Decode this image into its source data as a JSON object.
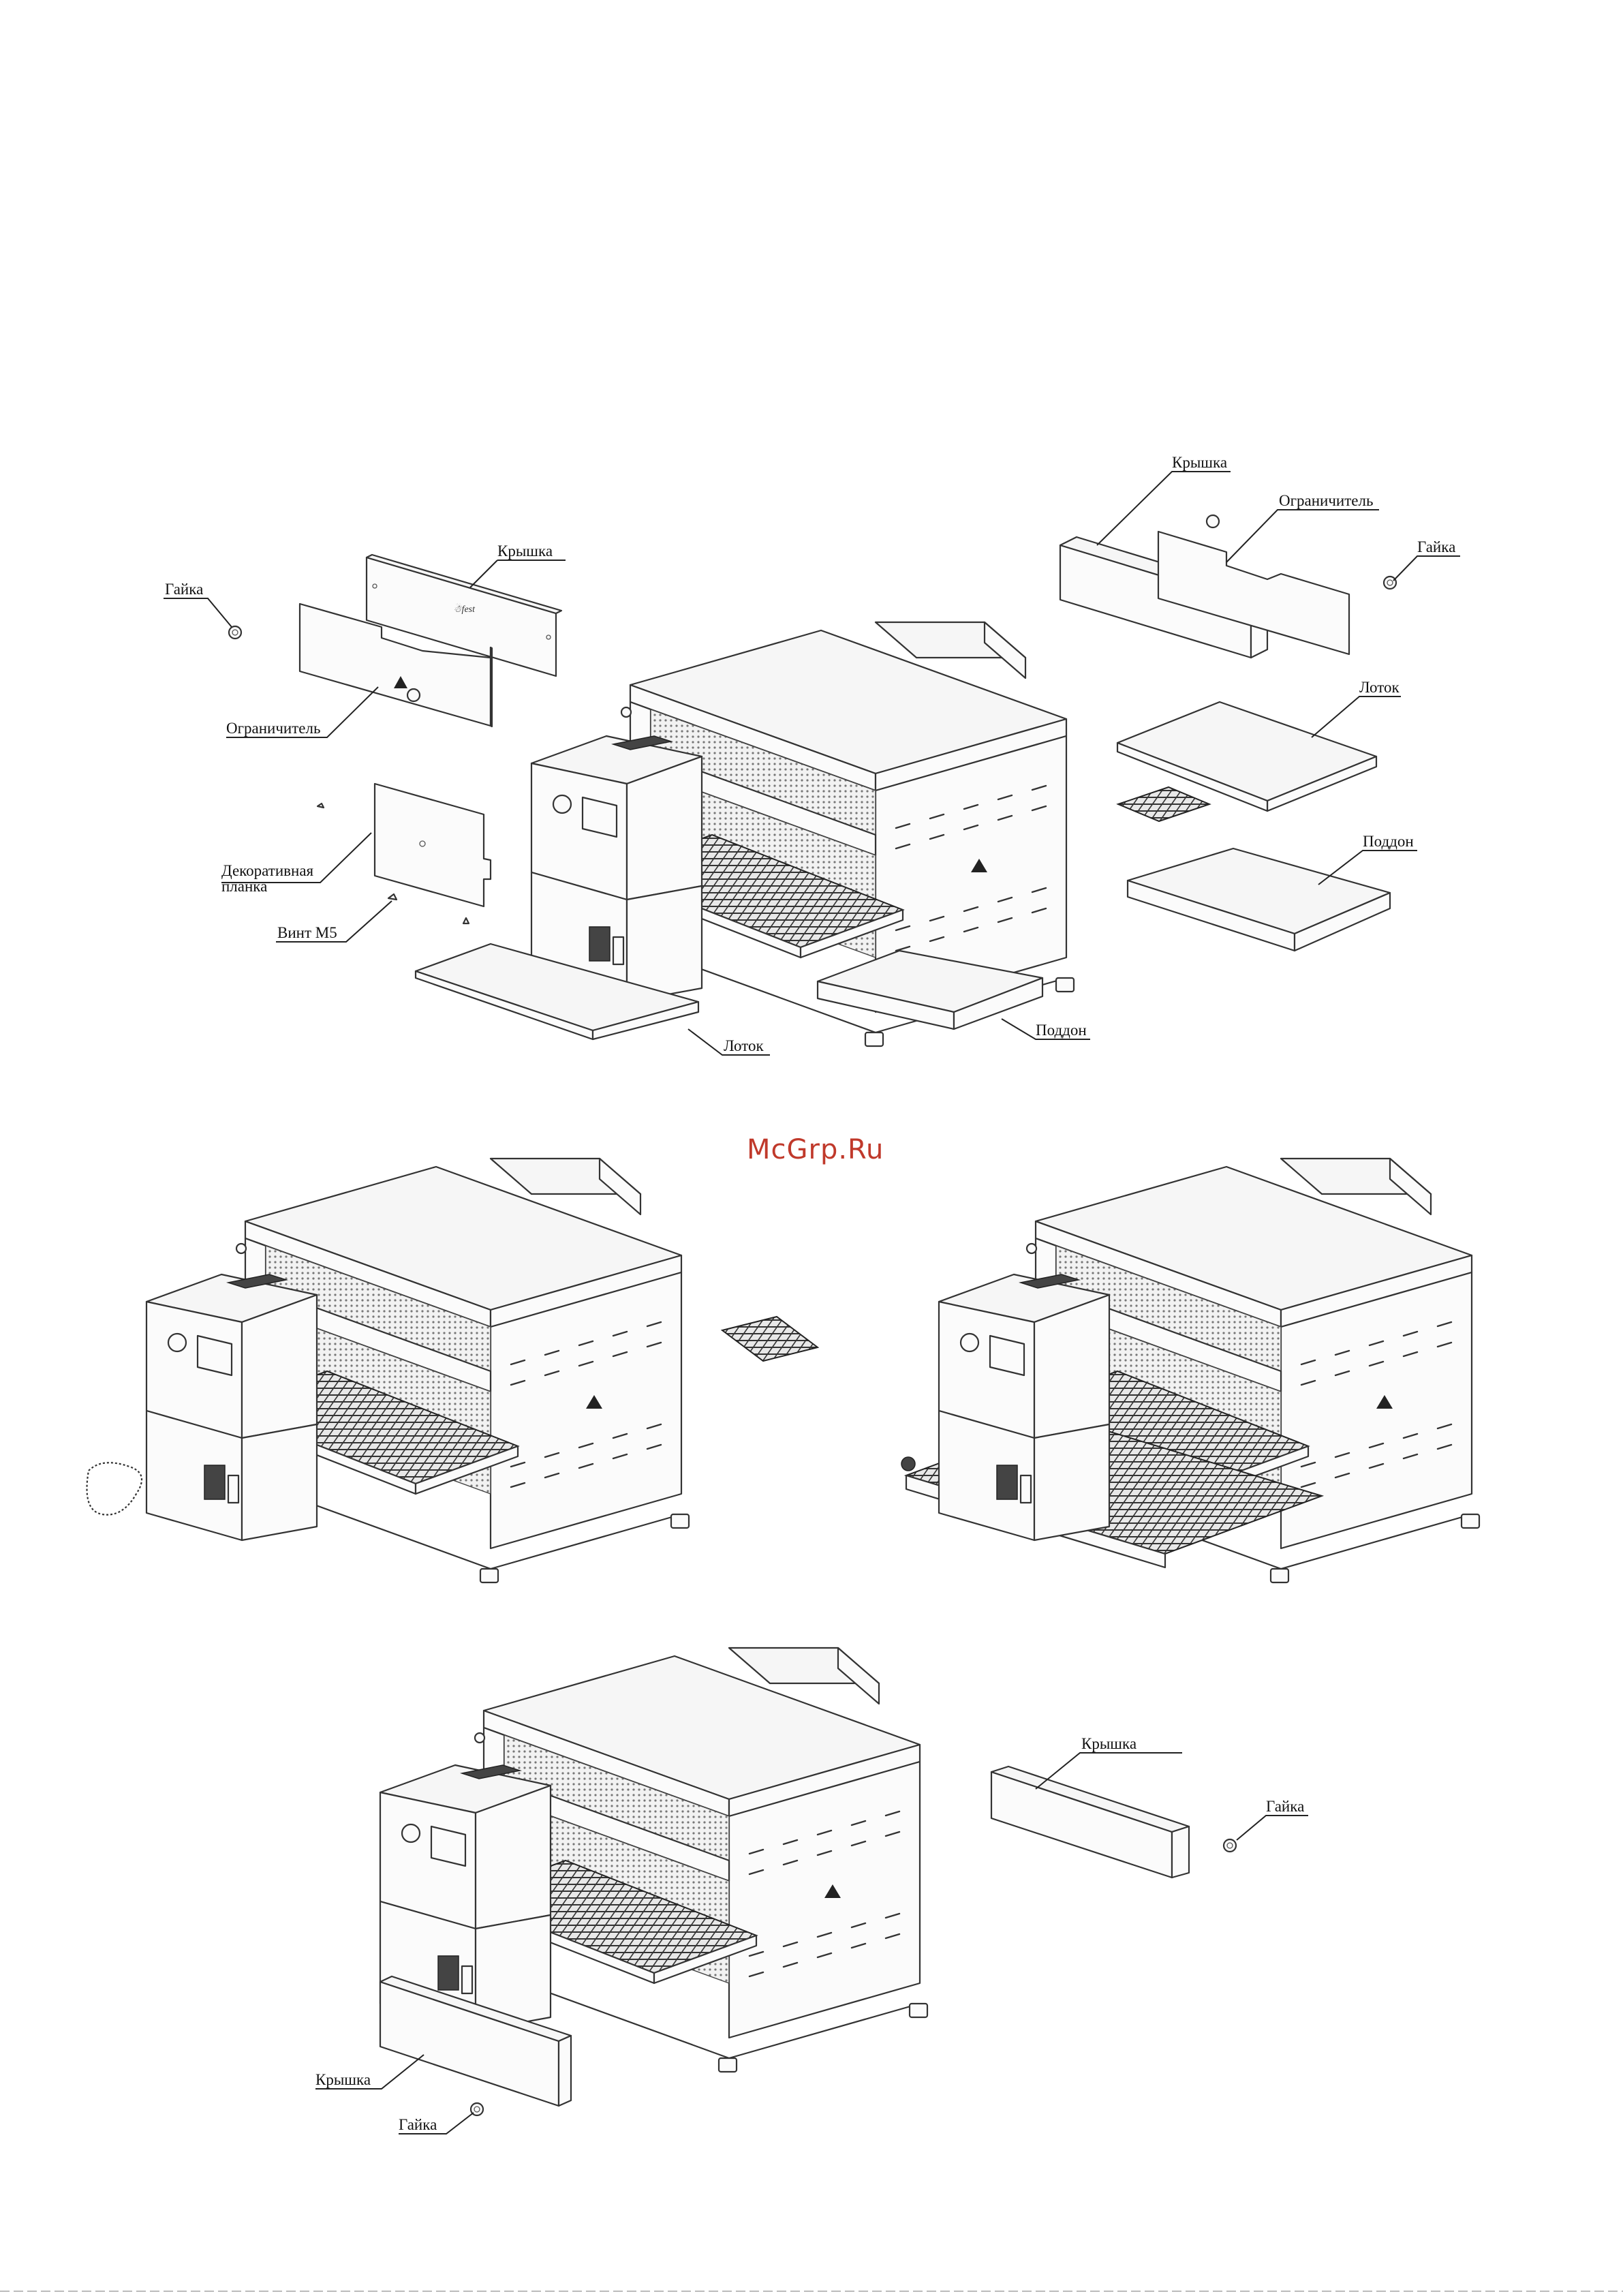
{
  "watermark": "McGrp.Ru",
  "labels": {
    "top": {
      "gaika_left": "Гайка",
      "kryshka_left": "Крышка",
      "ogranichitel_left": "Ограничитель",
      "dekor_line1": "Декоративная",
      "dekor_line2": "планка",
      "vint": "Винт М5",
      "lotok_front": "Лоток",
      "poddon_front": "Поддон",
      "kryshka_right": "Крышка",
      "ogranichitel_right": "Ограничитель",
      "gaika_right": "Гайка",
      "lotok_right": "Лоток",
      "poddon_right": "Поддон"
    },
    "bottom": {
      "kryshka_right": "Крышка",
      "gaika_right": "Гайка",
      "kryshka_left": "Крышка",
      "gaika_left": "Гайка"
    }
  },
  "icons": [
    "warning-triangle-icon",
    "control-knob-icon",
    "display-screen-icon",
    "nut-icon",
    "screw-icon"
  ]
}
